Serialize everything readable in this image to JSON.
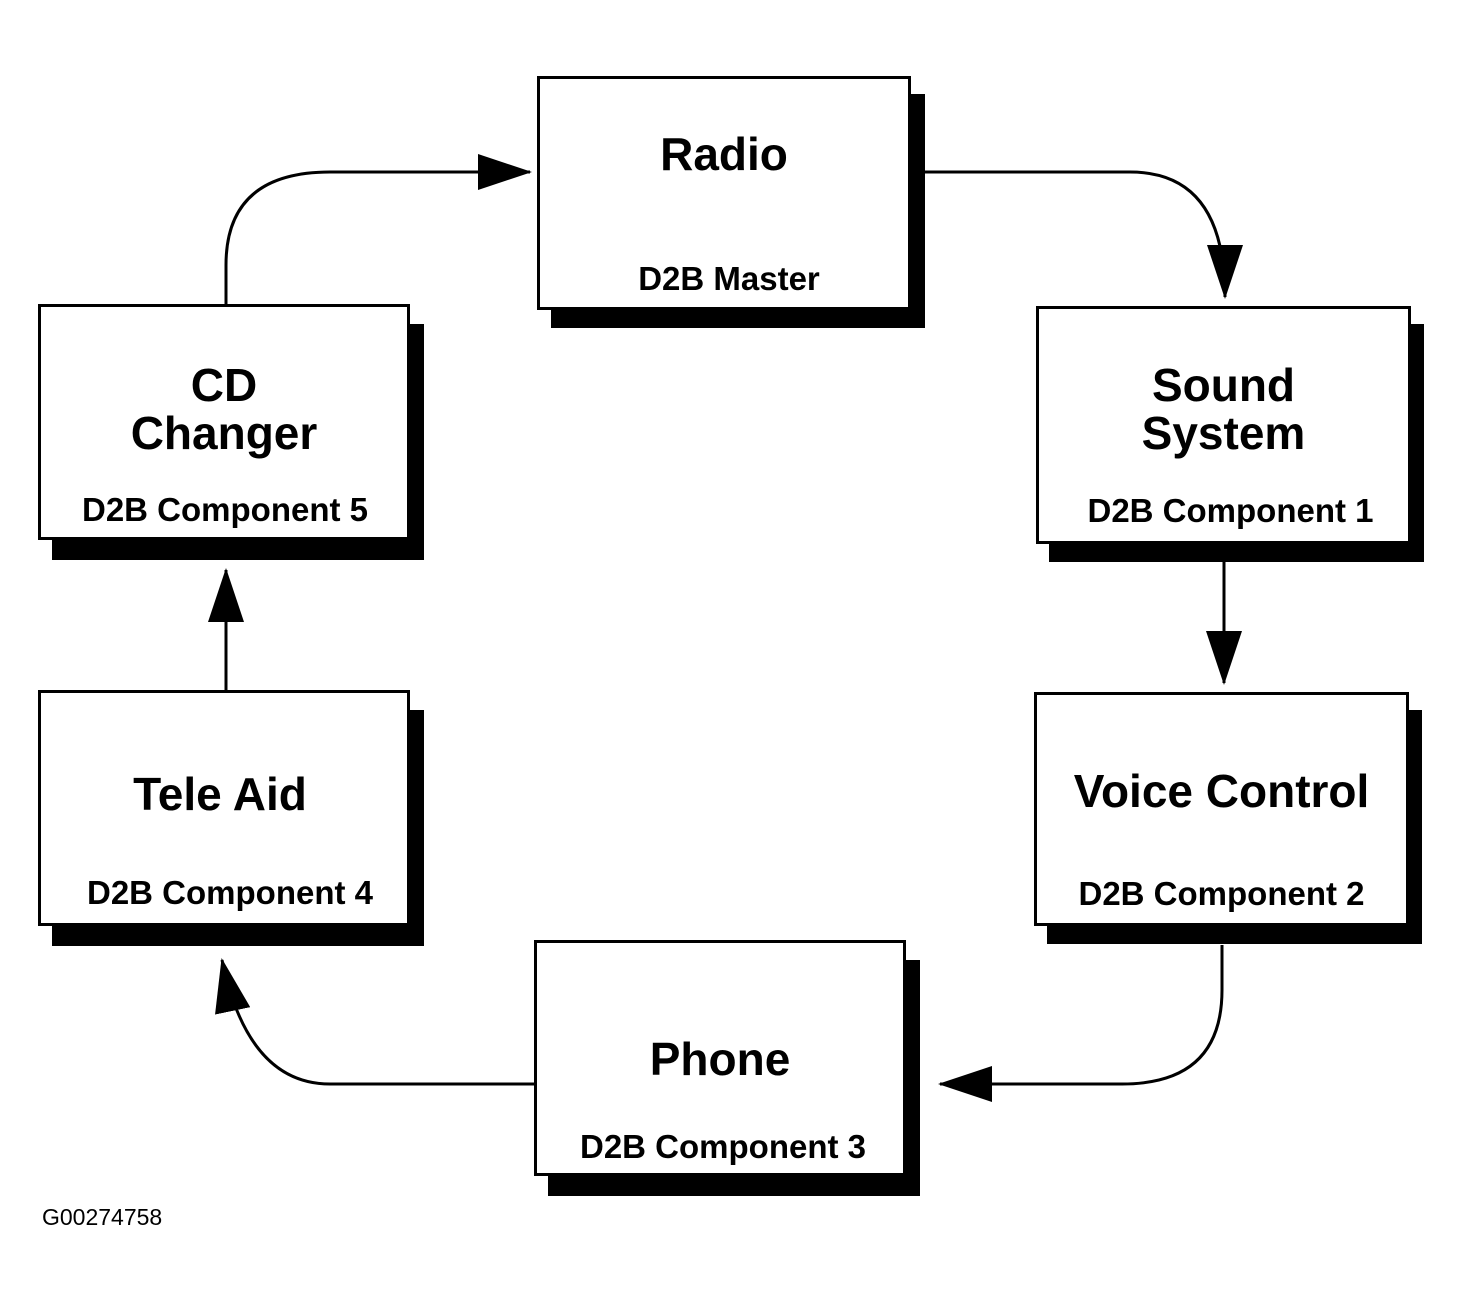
{
  "figure_id": "G00274758",
  "nodes": [
    {
      "id": "radio",
      "title": "Radio",
      "subtitle": "D2B Master"
    },
    {
      "id": "sound-system",
      "title": "Sound\nSystem",
      "subtitle": "D2B Component 1"
    },
    {
      "id": "voice-control",
      "title": "Voice Control",
      "subtitle": "D2B Component 2"
    },
    {
      "id": "phone",
      "title": "Phone",
      "subtitle": "D2B Component 3"
    },
    {
      "id": "tele-aid",
      "title": "Tele Aid",
      "subtitle": "D2B Component 4"
    },
    {
      "id": "cd-changer",
      "title": "CD\nChanger",
      "subtitle": "D2B Component 5"
    }
  ],
  "edges": [
    {
      "from": "radio",
      "to": "sound-system"
    },
    {
      "from": "sound-system",
      "to": "voice-control"
    },
    {
      "from": "voice-control",
      "to": "phone"
    },
    {
      "from": "phone",
      "to": "tele-aid"
    },
    {
      "from": "tele-aid",
      "to": "cd-changer"
    },
    {
      "from": "cd-changer",
      "to": "radio"
    }
  ]
}
